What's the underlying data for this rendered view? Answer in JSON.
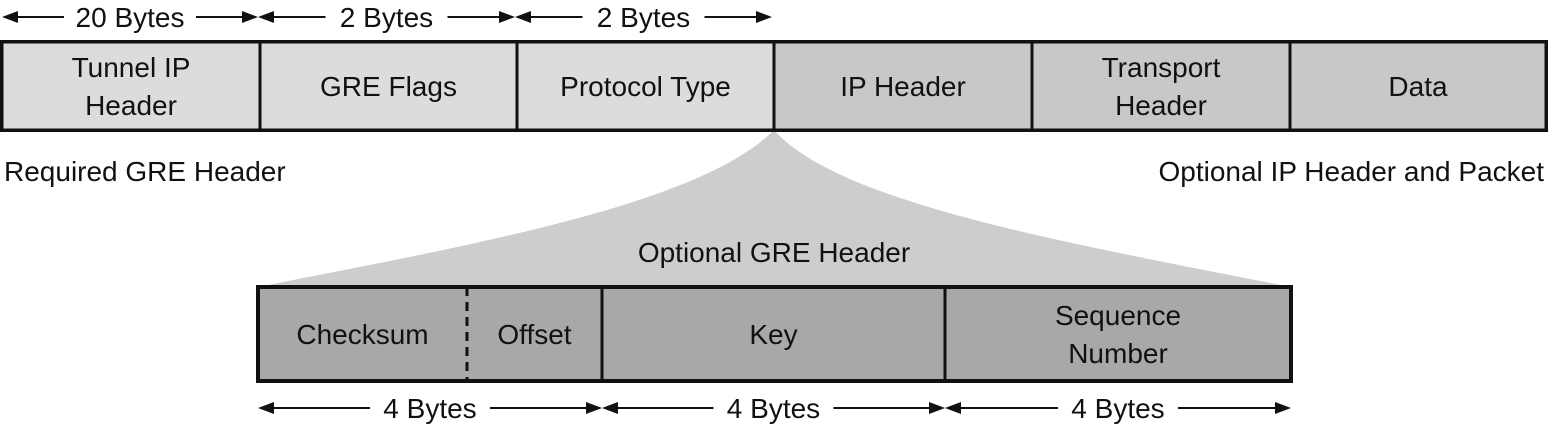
{
  "top_measurements": [
    {
      "label": "20 Bytes"
    },
    {
      "label": "2 Bytes"
    },
    {
      "label": "2 Bytes"
    }
  ],
  "packet_fields": [
    {
      "label": [
        "Tunnel IP",
        "Header"
      ],
      "fill": "#dcdcdc"
    },
    {
      "label": [
        "GRE Flags"
      ],
      "fill": "#dcdcdc"
    },
    {
      "label": [
        "Protocol Type"
      ],
      "fill": "#dcdcdc"
    },
    {
      "label": [
        "IP Header"
      ],
      "fill": "#c8c8c8"
    },
    {
      "label": [
        "Transport",
        "Header"
      ],
      "fill": "#c8c8c8"
    },
    {
      "label": [
        "Data"
      ],
      "fill": "#c8c8c8"
    }
  ],
  "captions": {
    "required": "Required GRE Header",
    "optional_packet": "Optional IP Header and Packet",
    "optional_gre": "Optional GRE Header"
  },
  "optional_fields": [
    {
      "label": [
        "Checksum"
      ],
      "fill": "#a8a8a8"
    },
    {
      "label": [
        "Offset"
      ],
      "fill": "#a8a8a8"
    },
    {
      "label": [
        "Key"
      ],
      "fill": "#a8a8a8"
    },
    {
      "label": [
        "Sequence",
        "Number"
      ],
      "fill": "#a8a8a8"
    }
  ],
  "bottom_measurements": [
    {
      "label": "4 Bytes"
    },
    {
      "label": "4 Bytes"
    },
    {
      "label": "4 Bytes"
    }
  ],
  "colors": {
    "stroke": "#111111",
    "expansion_fill": "#cdcdcd",
    "background": "#ffffff"
  }
}
